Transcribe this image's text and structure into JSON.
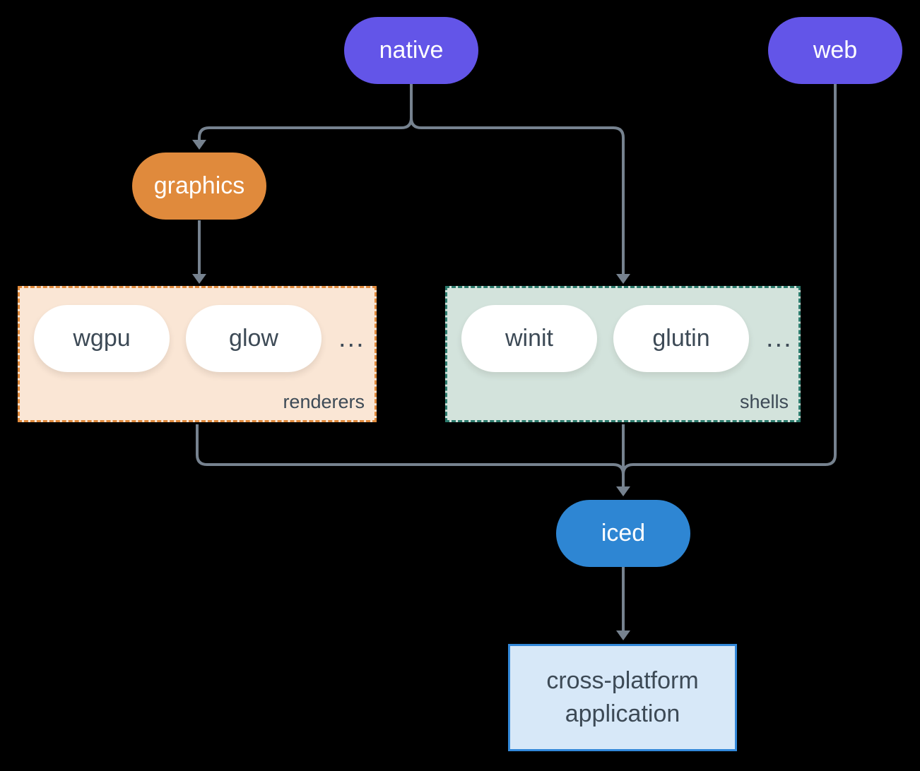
{
  "diagram": {
    "background_color": "#000000",
    "connector_color": "#76828F",
    "nodes": {
      "native": {
        "label": "native",
        "color": "#6355E8",
        "text_color": "#FFFFFF"
      },
      "web": {
        "label": "web",
        "color": "#6355E8",
        "text_color": "#FFFFFF"
      },
      "graphics": {
        "label": "graphics",
        "color": "#E08A3C",
        "text_color": "#FFFFFF"
      },
      "iced": {
        "label": "iced",
        "color": "#2E86D3",
        "text_color": "#FFFFFF"
      },
      "application": {
        "lines": [
          "cross-platform",
          "application"
        ],
        "bg_color": "#D7E8F8",
        "border_color": "#3288D9",
        "text_color": "#3D4A56"
      }
    },
    "groups": {
      "renderers": {
        "label": "renderers",
        "bg_color": "#FAE6D5",
        "border_color": "#E08A3C",
        "pills": [
          "wgpu",
          "glow"
        ],
        "ellipsis": "...",
        "pill_bg_color": "#FFFFFF",
        "pill_text_color": "#3D4A56"
      },
      "shells": {
        "label": "shells",
        "bg_color": "#D3E3DC",
        "border_color": "#2B7A6C",
        "pills": [
          "winit",
          "glutin"
        ],
        "ellipsis": "...",
        "pill_bg_color": "#FFFFFF",
        "pill_text_color": "#3D4A56"
      }
    },
    "edges": [
      {
        "from": "native",
        "to": "graphics"
      },
      {
        "from": "native",
        "to": "shells"
      },
      {
        "from": "graphics",
        "to": "renderers"
      },
      {
        "from": "renderers",
        "to": "iced"
      },
      {
        "from": "shells",
        "to": "iced"
      },
      {
        "from": "web",
        "to": "iced"
      },
      {
        "from": "iced",
        "to": "application"
      }
    ]
  }
}
